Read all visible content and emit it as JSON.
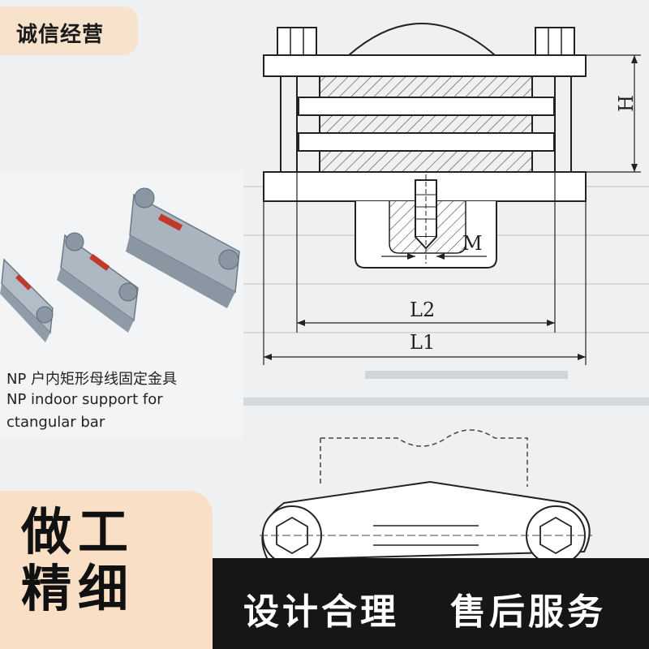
{
  "top_tag": {
    "text": "诚信经营"
  },
  "drawing": {
    "label_H": "H",
    "label_M": "M",
    "label_L2": "L2",
    "label_L1": "L1"
  },
  "photo": {
    "caption_cn": "NP 户内矩形母线固定金具",
    "caption_en_1": "NP indoor support for",
    "caption_en_2": "ctangular bar"
  },
  "banner": {
    "left_line1": "做工",
    "left_line2": "精细",
    "right_slogan1": "设计合理",
    "right_slogan2": "售后服务"
  },
  "colors": {
    "tag_bg": "#f7e2cc",
    "banner_left_bg": "#f8dfc5",
    "banner_right_bg": "#161616"
  }
}
